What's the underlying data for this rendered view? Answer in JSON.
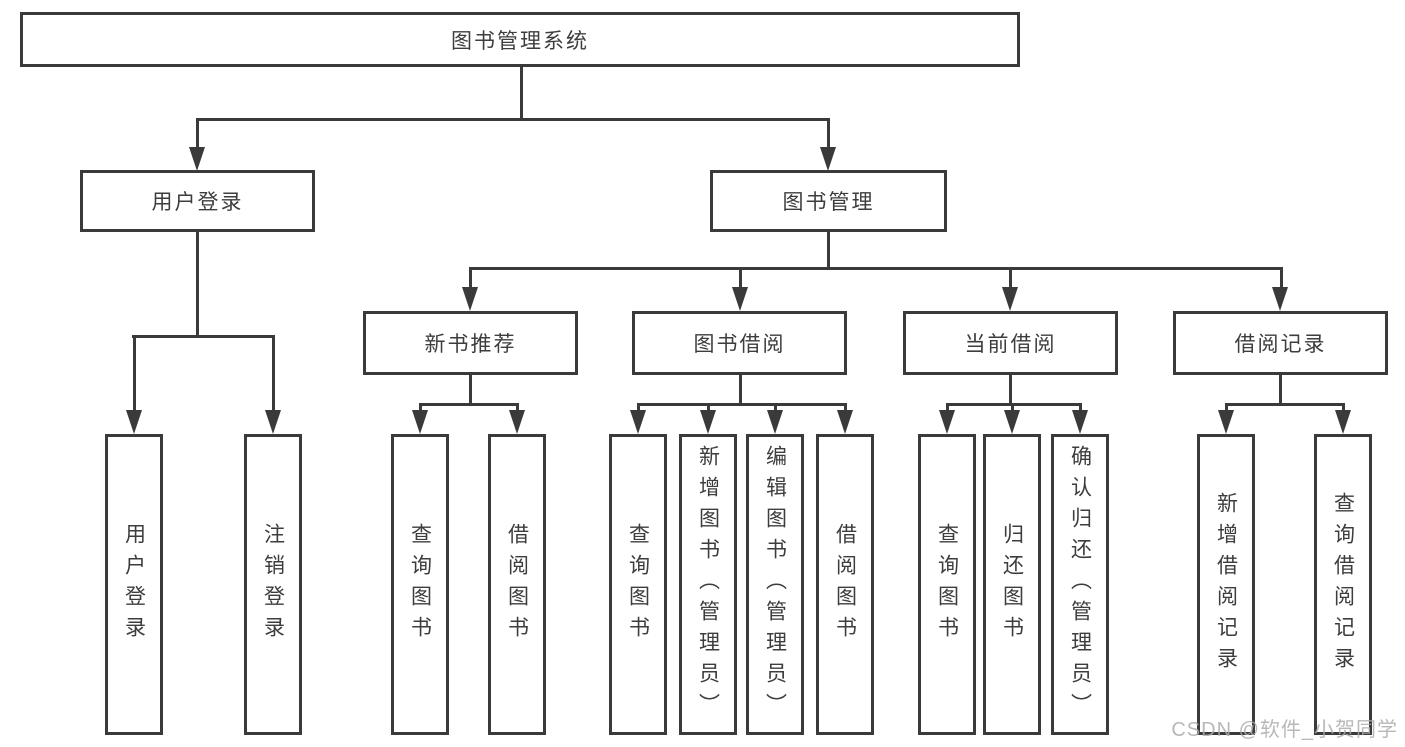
{
  "colors": {
    "line": "#3a3a3a",
    "text": "#3d3d3d",
    "box_fill": "#ffffff",
    "background": "#ffffff",
    "watermark": "#acacac"
  },
  "diagram": {
    "root": "图书管理系统",
    "login": {
      "label": "用户登录",
      "children": [
        "用户登录",
        "注销登录"
      ]
    },
    "management": {
      "label": "图书管理",
      "sections": [
        {
          "label": "新书推荐",
          "children": [
            "查询图书",
            "借阅图书"
          ]
        },
        {
          "label": "图书借阅",
          "children": [
            "查询图书",
            "新增图书（管理员）",
            "编辑图书（管理员）",
            "借阅图书"
          ]
        },
        {
          "label": "当前借阅",
          "children": [
            "查询图书",
            "归还图书",
            "确认归还（管理员）"
          ]
        },
        {
          "label": "借阅记录",
          "children": [
            "新增借阅记录",
            "查询借阅记录"
          ]
        }
      ]
    }
  },
  "watermark": "CSDN @软件_小贺同学"
}
